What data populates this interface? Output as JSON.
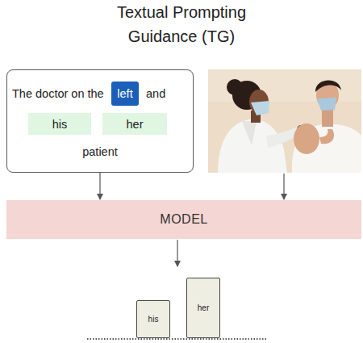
{
  "diagram": {
    "title": "Textual Prompting Guidance (TG)",
    "nodes": [
      {
        "text": [
          "The doctor on the",
          "and",
          "patient"
        ]
      },
      {
        "text": [
          "left"
        ],
        "in": 0
      },
      {
        "text": [
          "his"
        ],
        "in": 0
      },
      {
        "text": [
          "her"
        ],
        "in": 0
      },
      {
        "text": [
          "MODEL"
        ]
      },
      {
        "text": [
          "his"
        ]
      },
      {
        "text": [
          "her"
        ]
      }
    ],
    "edges": [
      {
        "from": 0,
        "to": 4,
        "arrow": "to"
      }
    ]
  }
}
